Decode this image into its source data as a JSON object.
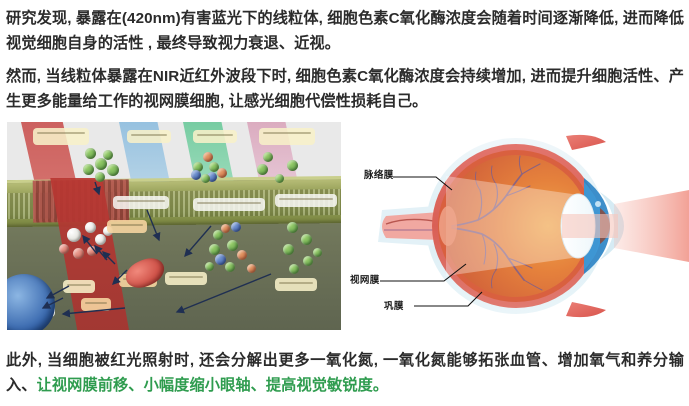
{
  "article": {
    "paragraph_1": "研究发现, 暴露在(420nm)有害蓝光下的线粒体, 细胞色素C氧化酶浓度会随着时间逐渐降低, 进而降低视觉细胞自身的活性 , 最终导致视力衰退、近视。",
    "paragraph_2": "然而, 当线粒体暴露在NIR近红外波段下时, 细胞色素C氧化酶浓度会持续增加, 进而提升细胞活性、产生更多能量给工作的视网膜细胞, 让感光细胞代偿性损耗自己。",
    "paragraph_3_plain_lead": "此外, 当细胞被红光照射时, 还会分解出更多一氧化氮, 一氧化氮能够拓张血管、增加氧气和养分输入、",
    "paragraph_3_highlight": "让视网膜前移、小幅度缩小眼轴、提高视觉敏锐度。"
  },
  "figures": {
    "cell_diagram": {
      "caption_name": "photobiomodulation-cell-membrane-illustration",
      "light_beams": [
        {
          "name": "red-beam",
          "color": "#c43a38"
        },
        {
          "name": "blue-beam",
          "color": "#7fb6dd"
        },
        {
          "name": "green-beam",
          "color": "#57c48e"
        },
        {
          "name": "pink-beam",
          "color": "#d79bb4"
        }
      ]
    },
    "eye_diagram": {
      "caption_name": "human-eye-cross-section-illustration",
      "labels": [
        {
          "id": "choroid",
          "text": "脉络膜"
        },
        {
          "id": "retina",
          "text": "视网膜"
        },
        {
          "id": "sclera",
          "text": "巩膜"
        }
      ],
      "colors": {
        "sclera": "#e6f0f5",
        "choroid": "#e4756f",
        "retina": "#d9603f",
        "vitreous": "#e4813f",
        "iris": "#2f86c5",
        "light_beam": "#f2a094"
      }
    }
  },
  "theme": {
    "text_color": "#2b2b2b",
    "highlight_color": "#2f9c4f",
    "background": "#ffffff"
  }
}
